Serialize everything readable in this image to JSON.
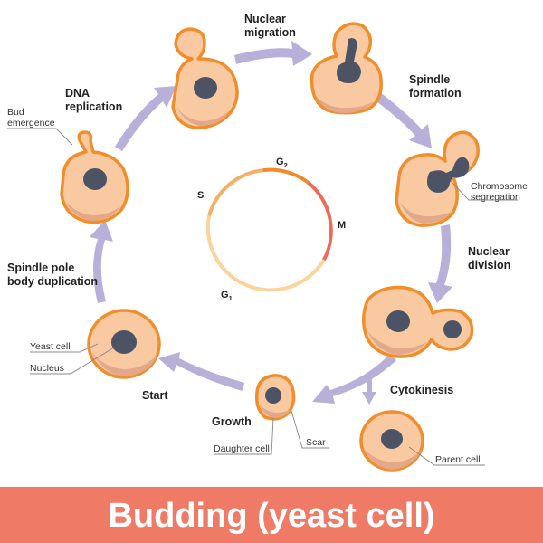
{
  "title": "Budding (yeast cell)",
  "colors": {
    "cell_fill": "#f9c9a2",
    "cell_outline": "#f18e2c",
    "cell_shade": "#e3a78a",
    "nucleus": "#4c5364",
    "arrow": "#b8b0d8",
    "banner": "#ef7b66",
    "phase_g1": "#fbd39c",
    "phase_s": "#f5b067",
    "phase_g2": "#f08a2a",
    "phase_m": "#ea6d5c"
  },
  "stages": {
    "bud_emergence": "Bud\nemergence",
    "dna_replication": "DNA\nreplication",
    "nuclear_migration": "Nuclear\nmigration",
    "spindle_formation": "Spindle\nformation",
    "chromosome_segregation": "Chromosome\nsegregation",
    "nuclear_division": "Nuclear\ndivision",
    "cytokinesis": "Cytokinesis",
    "growth": "Growth",
    "start": "Start",
    "spindle_pole_body_duplication": "Spindle pole\nbody duplication"
  },
  "parts": {
    "yeast_cell": "Yeast cell",
    "nucleus": "Nucleus",
    "daughter_cell": "Daughter cell",
    "scar": "Scar",
    "parent_cell": "Parent cell"
  },
  "phases": {
    "g1": {
      "letter": "G",
      "sub": "1"
    },
    "s": {
      "letter": "S",
      "sub": ""
    },
    "g2": {
      "letter": "G",
      "sub": "2"
    },
    "m": {
      "letter": "M",
      "sub": ""
    }
  }
}
